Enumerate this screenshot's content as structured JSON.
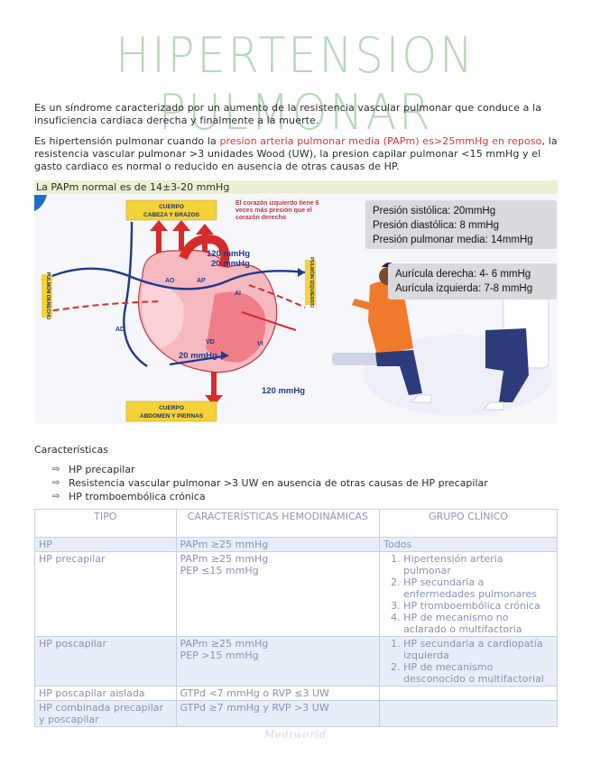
{
  "title": "HIPERTENSION PULMONAR",
  "paragraph1": "Es un síndrome caracterizado por un aumento de la resistencia vascular pulmonar que conduce a la insuficiencia cardiaca derecha y finalmente a la muerte.",
  "paragraph2": {
    "intro": "Es hipertensión pulmonar cuando la ",
    "red": "presion arteria pulmonar media (PAPm) es>25mmHg en reposo",
    "rest": ", la resistencia vascular pulmonar >3 unidades Wood (UW), la presion capilar pulmonar <15 mmHg y el gasto cardiaco es normal o reducido en ausencia de otras causas de HP."
  },
  "highlight": "La PAPm normal es de 14±3-20 mmHg",
  "figure": {
    "top_box": "CUERPO CABEZA Y BRAZOS",
    "bottom_box": "CUERPO ABDOMEN Y PIERNAS",
    "left_label": "PULMÓN DERECHO",
    "right_label": "PULMÓN IZQUIERDO",
    "heart_note": "El corazón izquierdo tiene 6 veces más presión que el corazón derecho",
    "p120_top": "120 mmHg",
    "p20_top": "20 mmHg",
    "p20_bottom": "20 mmHg",
    "p120_bottom": "120 mmHg",
    "chambers": [
      "AO",
      "AP",
      "AI",
      "AD",
      "VD",
      "VI"
    ],
    "pressures1": [
      "Presión sistólica: 20mmHg",
      "Presión diastólica: 8 mmHg",
      "Presión pulmonar media: 14mmHg"
    ],
    "pressures2": [
      "Aurícula derecha: 4- 6 mmHg",
      "Aurícula izquierda: 7-8 mmHg"
    ]
  },
  "characteristics_title": "Características",
  "characteristics": [
    "HP precapilar",
    "Resistencia vascular pulmonar >3 UW en ausencia de otras causas de HP precapilar",
    "HP tromboembólica crónica"
  ],
  "table": {
    "headers": [
      "TIPO",
      "CARACTERÍSTICAS HEMODINÁMICAS",
      "GRUPO CLÍNICO"
    ],
    "rows": [
      {
        "tipo": "HP",
        "caract": "PAPm ≥25 mmHg",
        "grupo": "Todos"
      },
      {
        "tipo": "HP precapilar",
        "caract": "PAPm ≥25 mmHg\nPEP ≤15 mmHg",
        "grupo_list": [
          "Hipertensión arteria pulmonar",
          "HP secundaria a enfermedades pulmonares",
          "HP tromboembólica crónica",
          "HP de mecanismo no aclarado o multifactoria"
        ]
      },
      {
        "tipo": "HP poscapilar",
        "caract": "PAPm ≥25 mmHg\nPEP >15 mmHg",
        "grupo_list": [
          "HP secundaria a cardiopatía izquierda",
          "HP de mecanismo desconocido o multifactorial"
        ]
      },
      {
        "tipo": "HP poscapilar aislada",
        "caract": "GTPd <7 mmHg o RVP ≤3 UW",
        "grupo": ""
      },
      {
        "tipo": "HP combinada precapilar y poscapilar",
        "caract": "GTPd ≥7 mmHg y RVP >3 UW",
        "grupo": ""
      }
    ]
  },
  "footer": "Mediworld"
}
